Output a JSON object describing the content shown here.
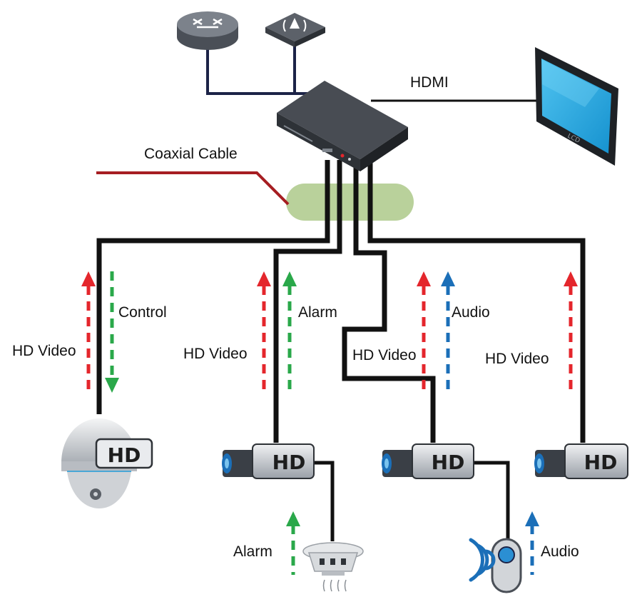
{
  "labels": {
    "hdmi": "HDMI",
    "coaxial_cable": "Coaxial Cable",
    "control": "Control",
    "alarm_top": "Alarm",
    "audio_top": "Audio",
    "hd_video_1": "HD Video",
    "hd_video_2": "HD Video",
    "hd_video_3": "HD Video",
    "hd_video_4": "HD Video",
    "alarm_bottom": "Alarm",
    "audio_bottom": "Audio"
  },
  "badges": {
    "dome": "HD",
    "cam2": "HD",
    "cam3": "HD",
    "cam4": "HD"
  },
  "monitor_text": "LCD",
  "icons": {
    "router": "router-icon",
    "access_point": "wireless-access-point-icon",
    "dvr": "dvr-recorder-icon",
    "monitor": "lcd-monitor-icon",
    "dome_camera": "ptz-dome-camera-icon",
    "box_camera": "box-camera-icon",
    "smoke_detector": "smoke-detector-icon",
    "microphone": "microphone-icon"
  },
  "colors": {
    "hd_video_arrow": "#e4262c",
    "control_alarm_arrow": "#2aa84a",
    "audio_arrow": "#1b6fb8",
    "coaxial_marker": "#a61e22",
    "coaxial_bundle": "#b9d19b",
    "network_cable": "#1c2347",
    "cable": "#111111"
  }
}
